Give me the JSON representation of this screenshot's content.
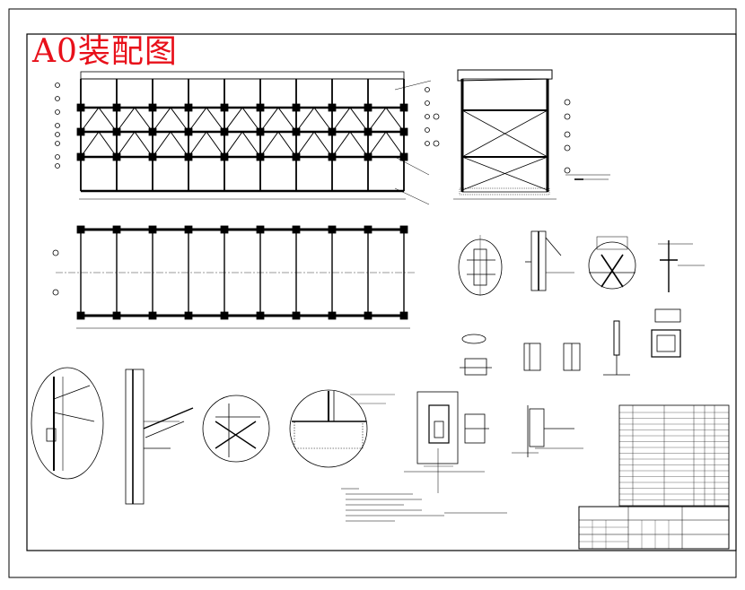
{
  "drawing": {
    "title": "A0装配图",
    "title_color": "#e8101a",
    "line_color": "#000000",
    "background": "#ffffff",
    "views": [
      "front-elevation",
      "side-elevation",
      "plan-view",
      "detail-views",
      "parts-list",
      "title-block"
    ]
  }
}
